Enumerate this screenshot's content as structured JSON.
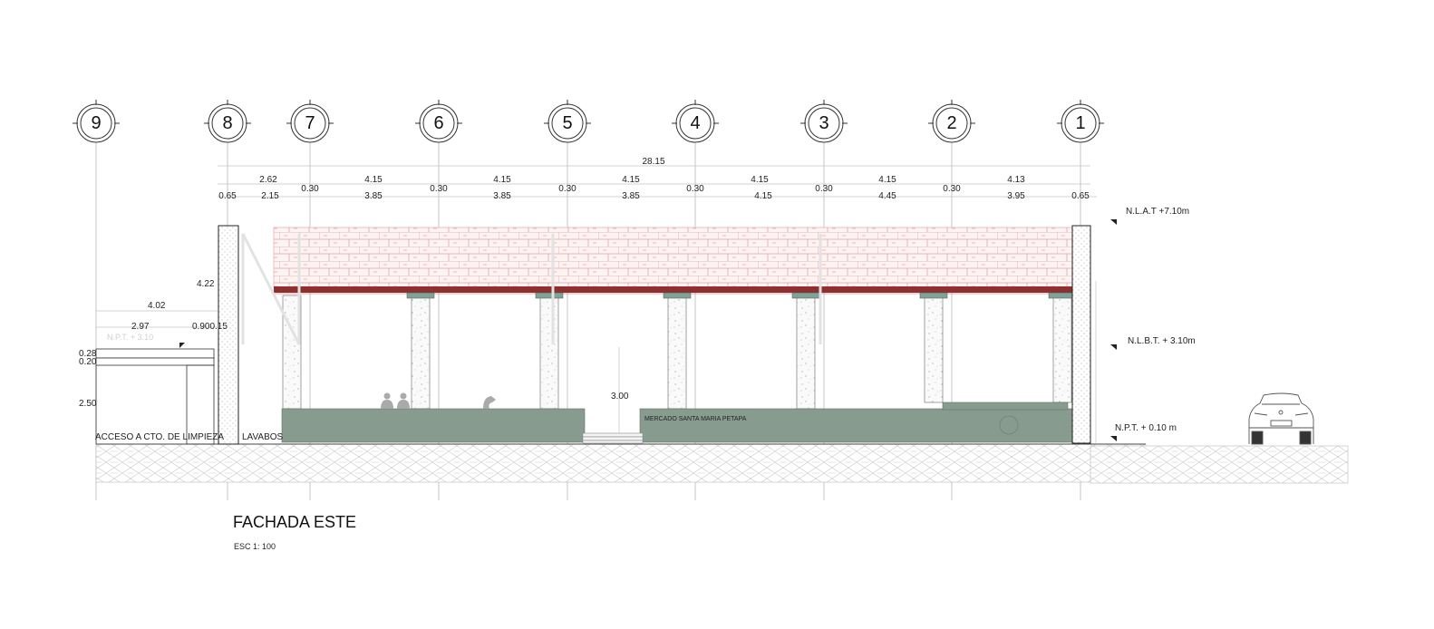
{
  "drawing": {
    "title": "FACHADA ESTE",
    "scale": "ESC 1: 100"
  },
  "axes": [
    "9",
    "8",
    "7",
    "6",
    "5",
    "4",
    "3",
    "2",
    "1"
  ],
  "dimensions": {
    "overall": "28.15",
    "row1": [
      "2.62",
      "4.15",
      "4.15",
      "4.15",
      "4.15",
      "4.15",
      "4.13"
    ],
    "row2": [
      "0.65",
      "2.15",
      "0.30",
      "3.85",
      "0.30",
      "3.85",
      "0.30",
      "3.85",
      "0.30",
      "4.15",
      "0.30",
      "4.45",
      "0.30",
      "3.95",
      "0.65"
    ],
    "left_height": "4.22",
    "canopy_width": "4.02",
    "canopy_inner": "2.97",
    "canopy_small": "0.900.15",
    "slab_top": "0.28",
    "slab_bottom": "0.20",
    "door_height": "2.50",
    "opening_height": "3.00"
  },
  "levels": {
    "nlat": "N.L.A.T +7.10m",
    "nlbt": "N.L.B.T. + 3.10m",
    "npt": "N.P.T. + 0.10 m",
    "npt_faint": "N.P.T. + 3.10"
  },
  "labels": {
    "cleaning_room": "ACCESO A CTO. DE LIMPIEZA",
    "sinks": "LAVABOS",
    "market_sign": "MERCADO SANTA MARIA PETAPA"
  },
  "colors": {
    "wall_green": "#879c8f",
    "beam_red": "#8e3030",
    "roof_pattern": "#e4a4a8",
    "capital_green": "#7fa394"
  }
}
